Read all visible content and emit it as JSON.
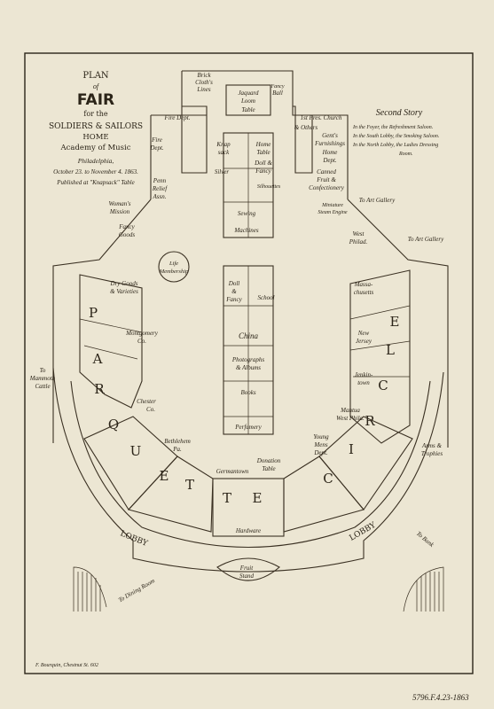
{
  "header": {
    "line1": "PLAN",
    "line2": "of",
    "line3": "FAIR",
    "line4": "for the",
    "line5": "SOLDIERS & SAILORS",
    "line6": "HOME",
    "line7": "Academy of Music",
    "line8": "Philadelphia,",
    "line9": "October 23. to November 4. 1863.",
    "line10": "Published at \"Knapsack\" Table"
  },
  "second_story": {
    "title": "Second Story",
    "line1": "In the Foyer, the Refreshment Saloon.",
    "line2": "In the South Lobby, the Smoking Saloon.",
    "line3": "In the North Lobby, the Ladies Dressing",
    "line4": "Room."
  },
  "labels": {
    "brick_cloth": [
      "Brick",
      "Cloth's",
      "Lines"
    ],
    "fancy_ball": [
      "Fancy",
      "Ball"
    ],
    "jaquard": [
      "Jaquard",
      "Loom",
      "Table"
    ],
    "fire_dept_top": "Fire Dept.",
    "fire_dept": [
      "Fire",
      "Dept."
    ],
    "first_pres": "1st Pres. Church",
    "others": "& Others",
    "gents": [
      "Gent's",
      "Furnishings"
    ],
    "home_dept": [
      "Home",
      "Dept."
    ],
    "canned": [
      "Canned",
      "Fruit &",
      "Confectionery"
    ],
    "knapsack": [
      "Knap",
      "sack"
    ],
    "home_table": [
      "Home",
      "Table"
    ],
    "doll_fancy_top": [
      "Doll &",
      "Fancy"
    ],
    "silver": "Silver",
    "silhouettes": "Silhouettes",
    "penn_relief": [
      "Penn",
      "Relief",
      "Assn."
    ],
    "womens": [
      "Woman's",
      "Mission"
    ],
    "miniature": [
      "Miniature",
      "Steam Engine"
    ],
    "to_art_gallery_1": "To Art Gallery",
    "to_art_gallery_2": "To Art Gallery",
    "sewing": [
      "Sewing",
      "Machines"
    ],
    "fancy_goods": [
      "Fancy",
      "Goods"
    ],
    "west_phila": [
      "West",
      "Philad."
    ],
    "life_membership": [
      "Life",
      "Membership"
    ],
    "dry_goods": [
      "Dry Goods",
      "& Varieties"
    ],
    "doll_fancy": [
      "Doll",
      "&",
      "Fancy"
    ],
    "school": "School",
    "massachusetts": [
      "Massa-",
      "chusetts"
    ],
    "china": "China",
    "new_jersey": [
      "New",
      "Jersey"
    ],
    "montgomery": [
      "Montgomery",
      "Co."
    ],
    "photographs": [
      "Photographs",
      "& Albums"
    ],
    "jenkintown": [
      "Jenkin-",
      "town"
    ],
    "to_mammoth": [
      "To",
      "Mammoth",
      "Cattle"
    ],
    "books": "Books",
    "chester": [
      "Chester",
      "Co."
    ],
    "mantua": [
      "Mantua",
      "West Phila."
    ],
    "perfumery": "Perfumery",
    "young_mens": [
      "Young",
      "Mens",
      "Dept."
    ],
    "arms": [
      "Arms &",
      "Trophies"
    ],
    "bethlehem": [
      "Bethlehem",
      "Pa."
    ],
    "donation": [
      "Donation",
      "Table"
    ],
    "germantown": "Germantown",
    "hardware": "Hardware",
    "lobby_left": "LOBBY",
    "lobby_right": "LOBBY",
    "to_bank": "To Bank",
    "fruit_stand": [
      "Fruit",
      "Stand"
    ],
    "to_dining": "To Dining Room",
    "parquette": [
      "P",
      "A",
      "R",
      "Q",
      "U",
      "E",
      "T",
      "T",
      "E"
    ],
    "circle": [
      "C",
      "I",
      "R",
      "C",
      "L",
      "E"
    ]
  },
  "footer": {
    "printer": "F. Bourquin, Chestnut St. 602",
    "catalog": "5796.F.4.23-1863"
  }
}
